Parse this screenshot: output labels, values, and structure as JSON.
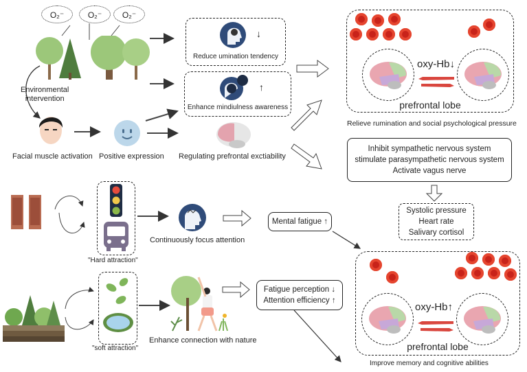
{
  "top_section": {
    "oxygen_ions": [
      "O₂⁻",
      "O₂⁻",
      "O₂⁻"
    ],
    "environmental_intervention": [
      "Environmental",
      "intervention"
    ],
    "facial_muscle_activation": "Facial muscle activation",
    "positive_expression": "Positive expression",
    "reduce_rumination": {
      "label": "Reduce umination tendency",
      "trend": "↓"
    },
    "enhance_mindfulness": {
      "label": "Enhance mindiulness awareness",
      "trend": "↑"
    },
    "regulating_prefrontal": "Regulating prefrontal exctiability"
  },
  "top_result_panel": {
    "oxy_label": "oxy-Hb↓",
    "lobe_label": "prefrontal lobe",
    "caption": "Relieve rumination and social psychological pressure"
  },
  "nervous_box": {
    "lines": [
      "Inhibit sympathetic nervous system",
      "stimulate parasympathetic nervous system",
      "Activate vagus nerve"
    ]
  },
  "vitals_box": {
    "lines": [
      "Systolic pressure",
      "Heart rate",
      "Salivary cortisol"
    ]
  },
  "hard_section": {
    "caption": "\"Hard attraction\"",
    "focus_label": "Continuously focus attention",
    "mental_fatigue": "Mental fatigue ↑"
  },
  "soft_section": {
    "caption": "\"soft attraction\"",
    "nature_label": "Enhance connection with nature",
    "fatigue_lines": [
      "Fatigue perception ↓",
      "Attention efficiency ↑"
    ]
  },
  "bottom_result_panel": {
    "oxy_label": "oxy-Hb↑",
    "lobe_label": "prefrontal lobe",
    "caption": "Improve memory and cognitive abilities"
  },
  "colors": {
    "blood_cell": "#e5452f",
    "blood_cell_inner": "#c8231a",
    "tree_light": "#9cc77a",
    "tree_dark": "#4f7d3e",
    "head_blue": "#2f4b79",
    "red_arrow": "#d9463e"
  }
}
